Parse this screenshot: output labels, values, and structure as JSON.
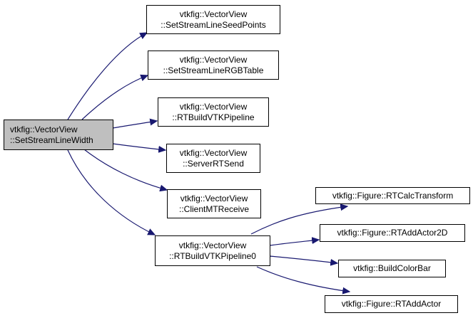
{
  "diagram": {
    "nodes": {
      "root": [
        "vtkfig::VectorView",
        "::SetStreamLineWidth"
      ],
      "seed": [
        "vtkfig::VectorView",
        "::SetStreamLineSeedPoints"
      ],
      "rgb": [
        "vtkfig::VectorView",
        "::SetStreamLineRGBTable"
      ],
      "rtbuild": [
        "vtkfig::VectorView",
        "::RTBuildVTKPipeline"
      ],
      "server": [
        "vtkfig::VectorView",
        "::ServerRTSend"
      ],
      "client": [
        "vtkfig::VectorView",
        "::ClientMTReceive"
      ],
      "rtbuild0": [
        "vtkfig::VectorView",
        "::RTBuildVTKPipeline0"
      ],
      "calc": [
        "vtkfig::Figure::RTCalcTransform"
      ],
      "actor2d": [
        "vtkfig::Figure::RTAddActor2D"
      ],
      "colorbar": [
        "vtkfig::BuildColorBar"
      ],
      "actor": [
        "vtkfig::Figure::RTAddActor"
      ]
    },
    "edges": [
      [
        "root",
        "seed"
      ],
      [
        "root",
        "rgb"
      ],
      [
        "root",
        "rtbuild"
      ],
      [
        "root",
        "server"
      ],
      [
        "root",
        "client"
      ],
      [
        "root",
        "rtbuild0"
      ],
      [
        "rtbuild0",
        "calc"
      ],
      [
        "rtbuild0",
        "actor2d"
      ],
      [
        "rtbuild0",
        "colorbar"
      ],
      [
        "rtbuild0",
        "actor"
      ]
    ],
    "colors": {
      "edge": "#191970",
      "root_fill": "#bfbfbf",
      "node_fill": "#ffffff"
    }
  }
}
